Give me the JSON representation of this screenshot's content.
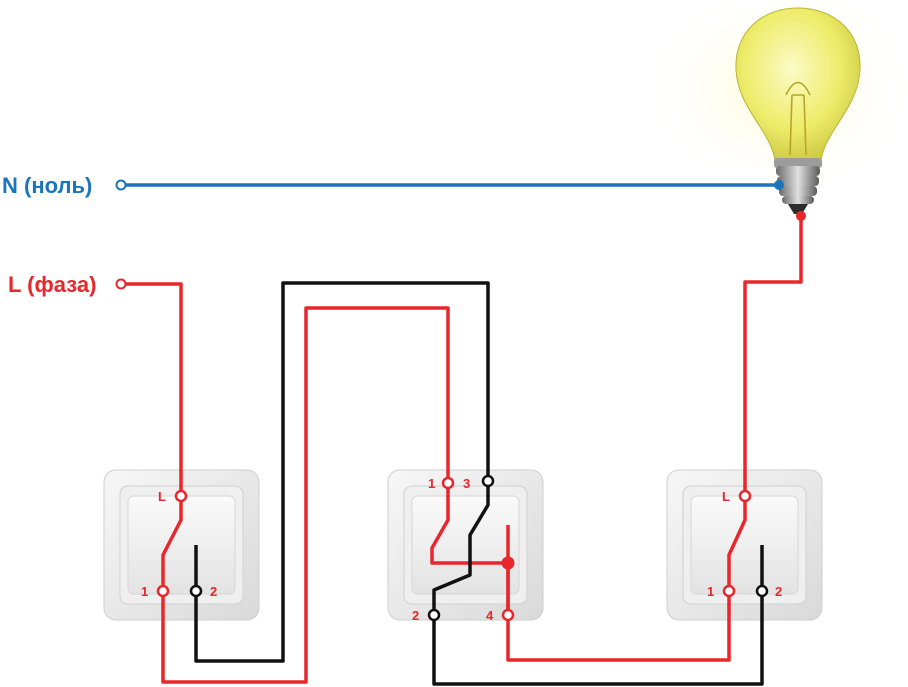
{
  "labels": {
    "neutral": "N (ноль)",
    "phase": "L (фаза)"
  },
  "switch_left": {
    "terminal_l": "L",
    "terminal_1": "1",
    "terminal_2": "2"
  },
  "switch_middle": {
    "terminal_1": "1",
    "terminal_3": "3",
    "terminal_2": "2",
    "terminal_4": "4"
  },
  "switch_right": {
    "terminal_l": "L",
    "terminal_1": "1",
    "terminal_2": "2"
  },
  "colors": {
    "neutral_wire": "#1b75bb",
    "phase_wire": "#e8262b",
    "traveler_wire": "#111111",
    "bulb_glass": "#f2f07a",
    "switch_plate": "#e6e6e6"
  }
}
